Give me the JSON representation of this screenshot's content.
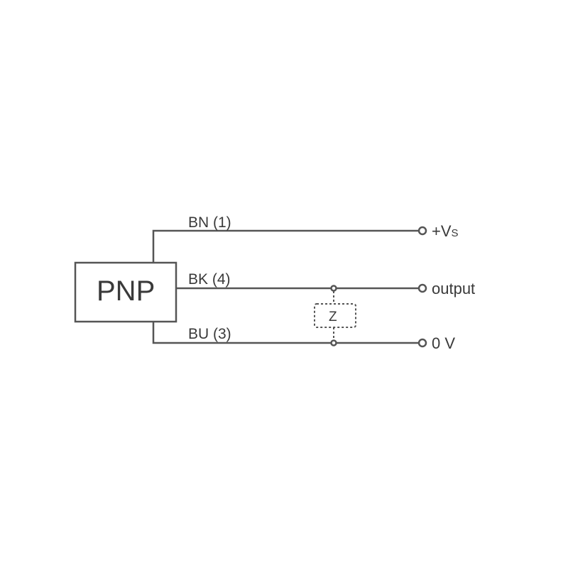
{
  "component": {
    "label": "PNP"
  },
  "wires": [
    {
      "label": "BN (1)",
      "terminal": "+V",
      "terminal_sub": "S"
    },
    {
      "label": "BK (4)",
      "terminal": "output"
    },
    {
      "label": "BU (3)",
      "terminal": "0 V"
    }
  ],
  "load": {
    "label": "Z"
  },
  "colors": {
    "line": "#555555",
    "text": "#3a3a3a"
  }
}
